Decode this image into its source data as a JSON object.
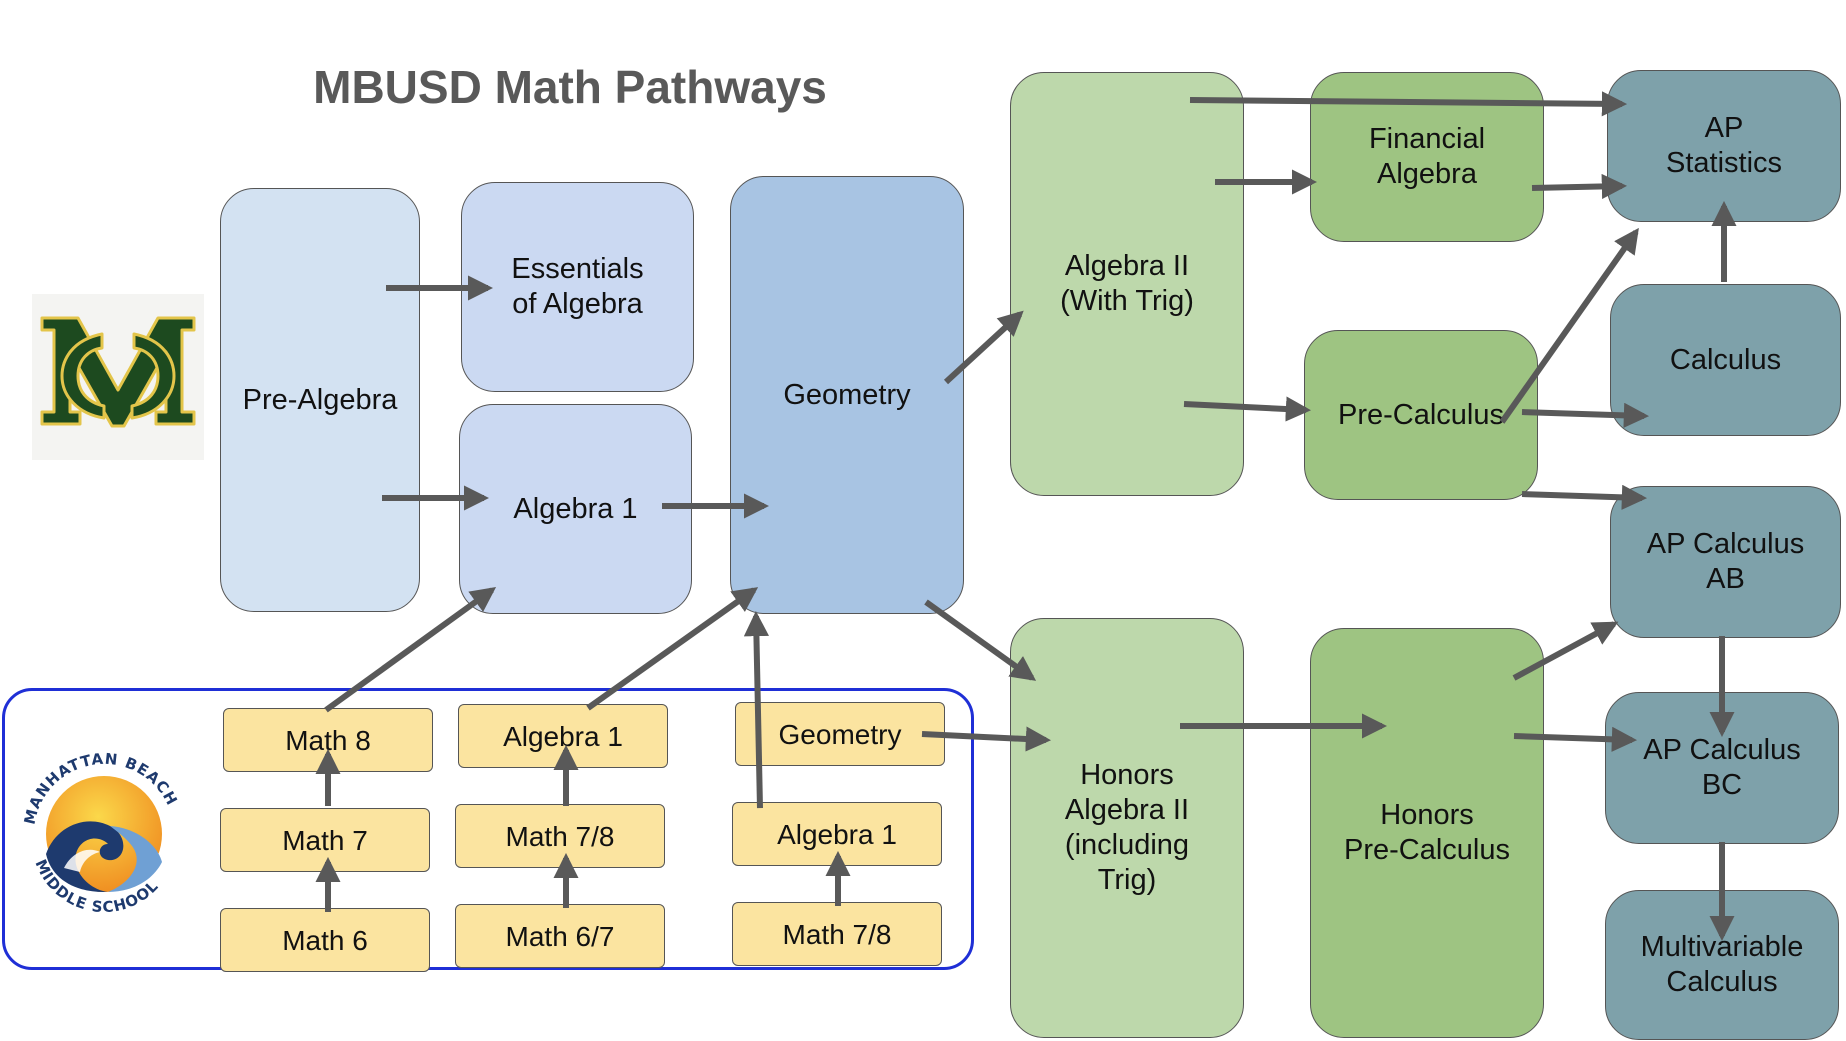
{
  "title": "MBUSD Math Pathways",
  "logos": {
    "mira_costa": {
      "icon": "mc-monogram-logo",
      "colors": {
        "fill": "#1d4a1f",
        "outline": "#e3c54a"
      }
    },
    "middle_school": {
      "icon": "wave-sun-logo",
      "text": "MANHATTAN BEACH MIDDLE SCHOOL"
    }
  },
  "colors": {
    "arrow": "#595959",
    "frame": "#1f2fd6",
    "pale_blue": "#d3e2f2",
    "lavender": "#cbd9f2",
    "blue": "#a8c4e3",
    "light_green": "#bdd8ab",
    "green": "#9ec482",
    "teal": "#7ea1aa",
    "yellow": "#fbe4a0"
  },
  "courses": {
    "pre_algebra": "Pre-Algebra",
    "essentials_algebra": "Essentials\nof Algebra",
    "algebra1": "Algebra 1",
    "geometry": "Geometry",
    "algebra2": "Algebra II\n(With Trig)",
    "honors_algebra2": "Honors\nAlgebra II\n(including\nTrig)",
    "financial_algebra": "Financial\nAlgebra",
    "pre_calculus": "Pre-Calculus",
    "honors_pre_calculus": "Honors\nPre-Calculus",
    "ap_statistics": "AP\nStatistics",
    "calculus": "Calculus",
    "ap_calc_ab": "AP Calculus\nAB",
    "ap_calc_bc": "AP Calculus\nBC",
    "multivariable": "Multivariable\nCalculus"
  },
  "middle_school": {
    "math8": "Math 8",
    "math7": "Math 7",
    "math6": "Math 6",
    "algebra1": "Algebra 1",
    "math78a": "Math 7/8",
    "math67": "Math 6/7",
    "geometry": "Geometry",
    "algebra1b": "Algebra 1",
    "math78b": "Math 7/8"
  }
}
